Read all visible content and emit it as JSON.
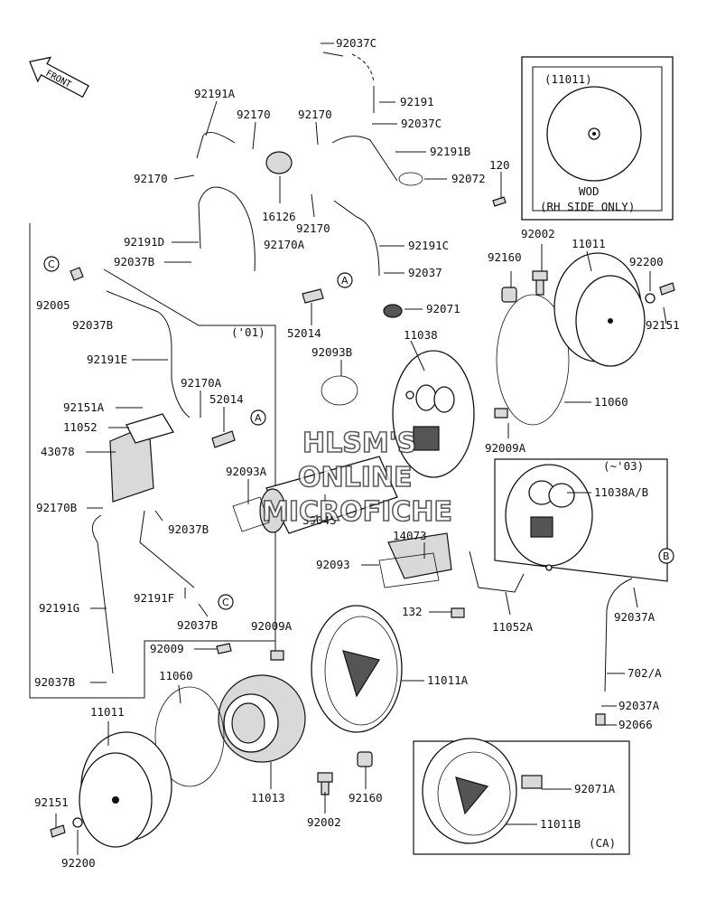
{
  "front_arrow": "FRONT",
  "inset_top": {
    "title": "(11011)",
    "caption1": "WOD",
    "caption2": "(RH SIDE ONLY)"
  },
  "inset_01": {
    "title": "('01)"
  },
  "inset_03": {
    "title": "(~'03)"
  },
  "inset_ca": {
    "title": "(CA)"
  },
  "watermark": [
    "HLSM'S",
    "ONLINE",
    "MICROFICHE"
  ],
  "refs": {
    "a": "A",
    "b": "B",
    "c": "C"
  },
  "labels": {
    "p92037C_a": "92037C",
    "p92191": "92191",
    "p92037C_b": "92037C",
    "p92191A": "92191A",
    "p92170_1": "92170",
    "p92170_2": "92170",
    "p92191B": "92191B",
    "p92170_3": "92170",
    "p92072": "92072",
    "p120": "120",
    "p16126": "16126",
    "p92170_4": "92170",
    "p92191D": "92191D",
    "p92170A_1": "92170A",
    "p92191C": "92191C",
    "p92037B_1": "92037B",
    "p92037": "92037",
    "p92002_1": "92002",
    "p11011_1": "11011",
    "p92160_1": "92160",
    "p92200_1": "92200",
    "p92151_1": "92151",
    "p92005": "92005",
    "p92037B_2": "92037B",
    "p52014_1": "52014",
    "p92071": "92071",
    "p92093B": "92093B",
    "p11038": "11038",
    "p92191E": "92191E",
    "p92170A_2": "92170A",
    "p52014_2": "52014",
    "p92151A": "92151A",
    "p11060_1": "11060",
    "p11052": "11052",
    "p43078": "43078",
    "p92009A_1": "92009A",
    "p92093A": "92093A",
    "p11038AB": "11038A/B",
    "p92170B": "92170B",
    "p92037B_3": "92037B",
    "p39045": "39045",
    "p14073": "14073",
    "p92093": "92093",
    "p92191G": "92191G",
    "p92191F": "92191F",
    "p132": "132",
    "p11052A": "11052A",
    "p92037A_1": "92037A",
    "p92037B_4": "92037B",
    "p92009A_2": "92009A",
    "p92009": "92009",
    "p11011A": "11011A",
    "p702A": "702/A",
    "p92037B_5": "92037B",
    "p11060_2": "11060",
    "p92037A_2": "92037A",
    "p92066": "92066",
    "p11011_2": "11011",
    "p11013": "11013",
    "p92002_2": "92002",
    "p92160_2": "92160",
    "p92071A": "92071A",
    "p92151_2": "92151",
    "p11011B": "11011B",
    "p92200_2": "92200"
  }
}
